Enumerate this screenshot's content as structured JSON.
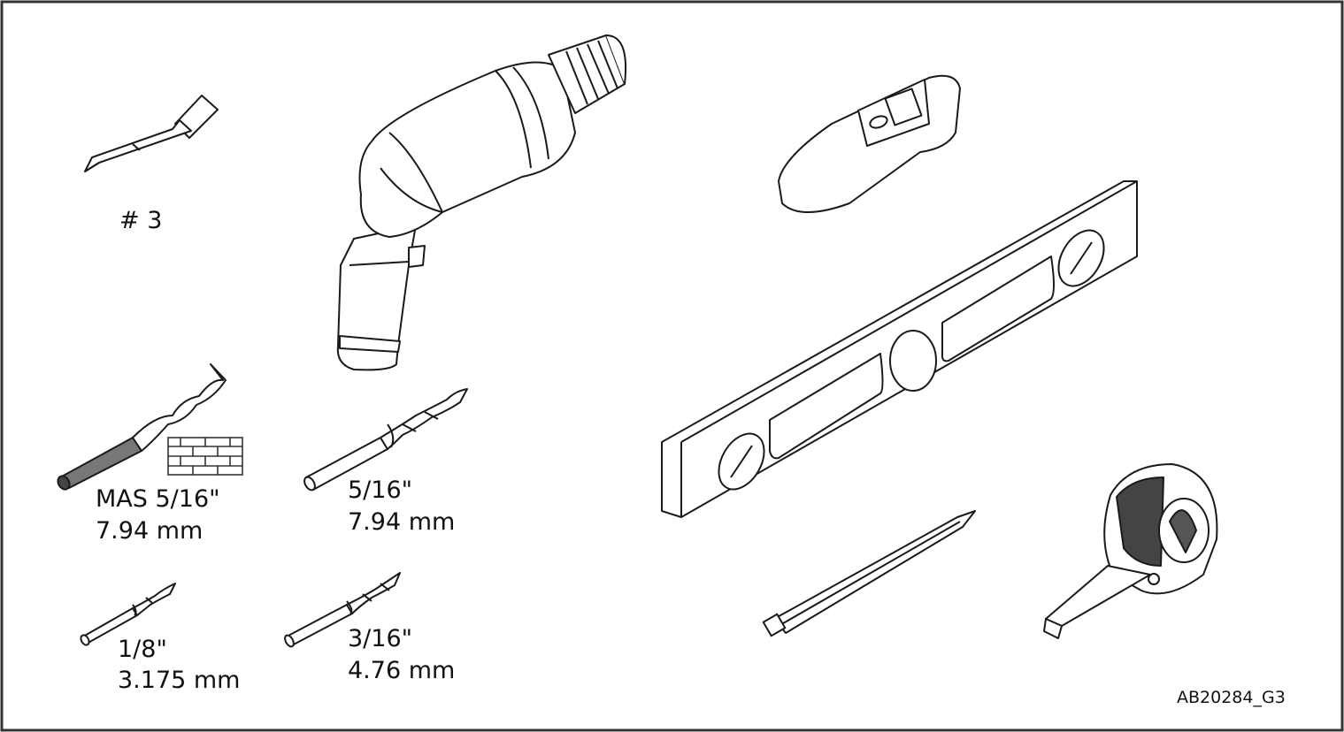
{
  "figure_id": "AB20284_G3",
  "colors": {
    "stroke": "#1a1a1a",
    "fill": "#ffffff",
    "shade": "#555555",
    "border": "#333333"
  },
  "tools": {
    "screwdriver_bit": {
      "label": "# 3"
    },
    "drill": {},
    "stud_finder": {},
    "level": {},
    "pencil": {},
    "tape_measure": {}
  },
  "drill_bits": [
    {
      "name": "masonry",
      "label_line1": "MAS 5/16\"",
      "label_line2": "7.94 mm"
    },
    {
      "name": "bit-5-16",
      "label_line1": "5/16\"",
      "label_line2": "7.94 mm"
    },
    {
      "name": "bit-1-8",
      "label_line1": "1/8\"",
      "label_line2": "3.175 mm"
    },
    {
      "name": "bit-3-16",
      "label_line1": "3/16\"",
      "label_line2": "4.76 mm"
    }
  ]
}
